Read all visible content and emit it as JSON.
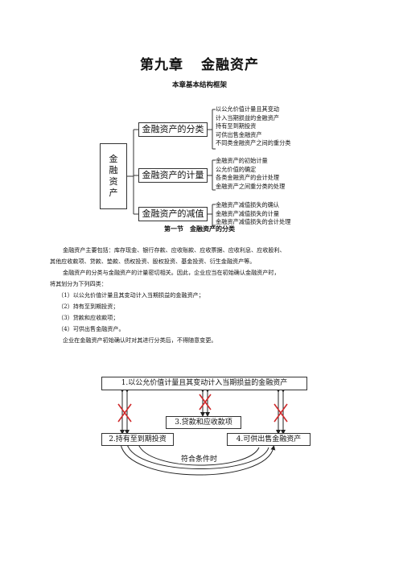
{
  "header": {
    "chapter_label": "第九章",
    "chapter_name": "金融资产",
    "framework_title": "本章基本结构框架"
  },
  "framework": {
    "root_chars": [
      "金",
      "融",
      "资",
      "产"
    ],
    "categories": [
      {
        "label": "金融资产的分类",
        "items": [
          "以公允价值计量且其变动",
          "计入当期损益的金融资产",
          "持有至到期投资",
          "可供出售金融资产",
          "不同类金融资产之间的重分类"
        ]
      },
      {
        "label": "金融资产的计量",
        "items": [
          "金融资产的初始计量",
          "公允价值的确定",
          "各类金融资产的会计处理",
          "金融资产之间重分类的处理"
        ]
      },
      {
        "label": "金融资产的减值",
        "items": [
          "金融资产减值损失的确认",
          "金融资产减值损失的计量",
          "金融资产减值损失的会计处理"
        ]
      }
    ]
  },
  "section": {
    "title": "第一节　金融资产的分类",
    "paragraphs": [
      "金融资产主要包括：库存现金、银行存款、应收账款、应收票据、应收利息、应收股利、",
      "其他应收款项、贷款、垫款、债权投资、股权投资、基金投资、衍生金融资产等。",
      "金融资产的分类与金融资产的计量密切相关。因此，企业应当在初始确认金融资产时，",
      "将其划分为下列四类："
    ],
    "list": [
      "（1）以公允价值计量且其变动计入当期损益的金融资产；",
      "（2）持有至到期投资；",
      "（3）贷款和应收款项；",
      "（4）可供出售金融资产。"
    ],
    "closing": "企业在金融资产初始确认时对其进行分类后，不得随意变更。"
  },
  "diagram": {
    "box1": "1.以公允价值计量且其变动计入当期损益的金融资产",
    "box3": "3.贷款和应收款项",
    "box2": "2.持有至到期投资",
    "box4": "4.可供出售金融资产",
    "condition": "符合条件时",
    "colors": {
      "cross": "#d0282a",
      "line": "#222222"
    }
  }
}
